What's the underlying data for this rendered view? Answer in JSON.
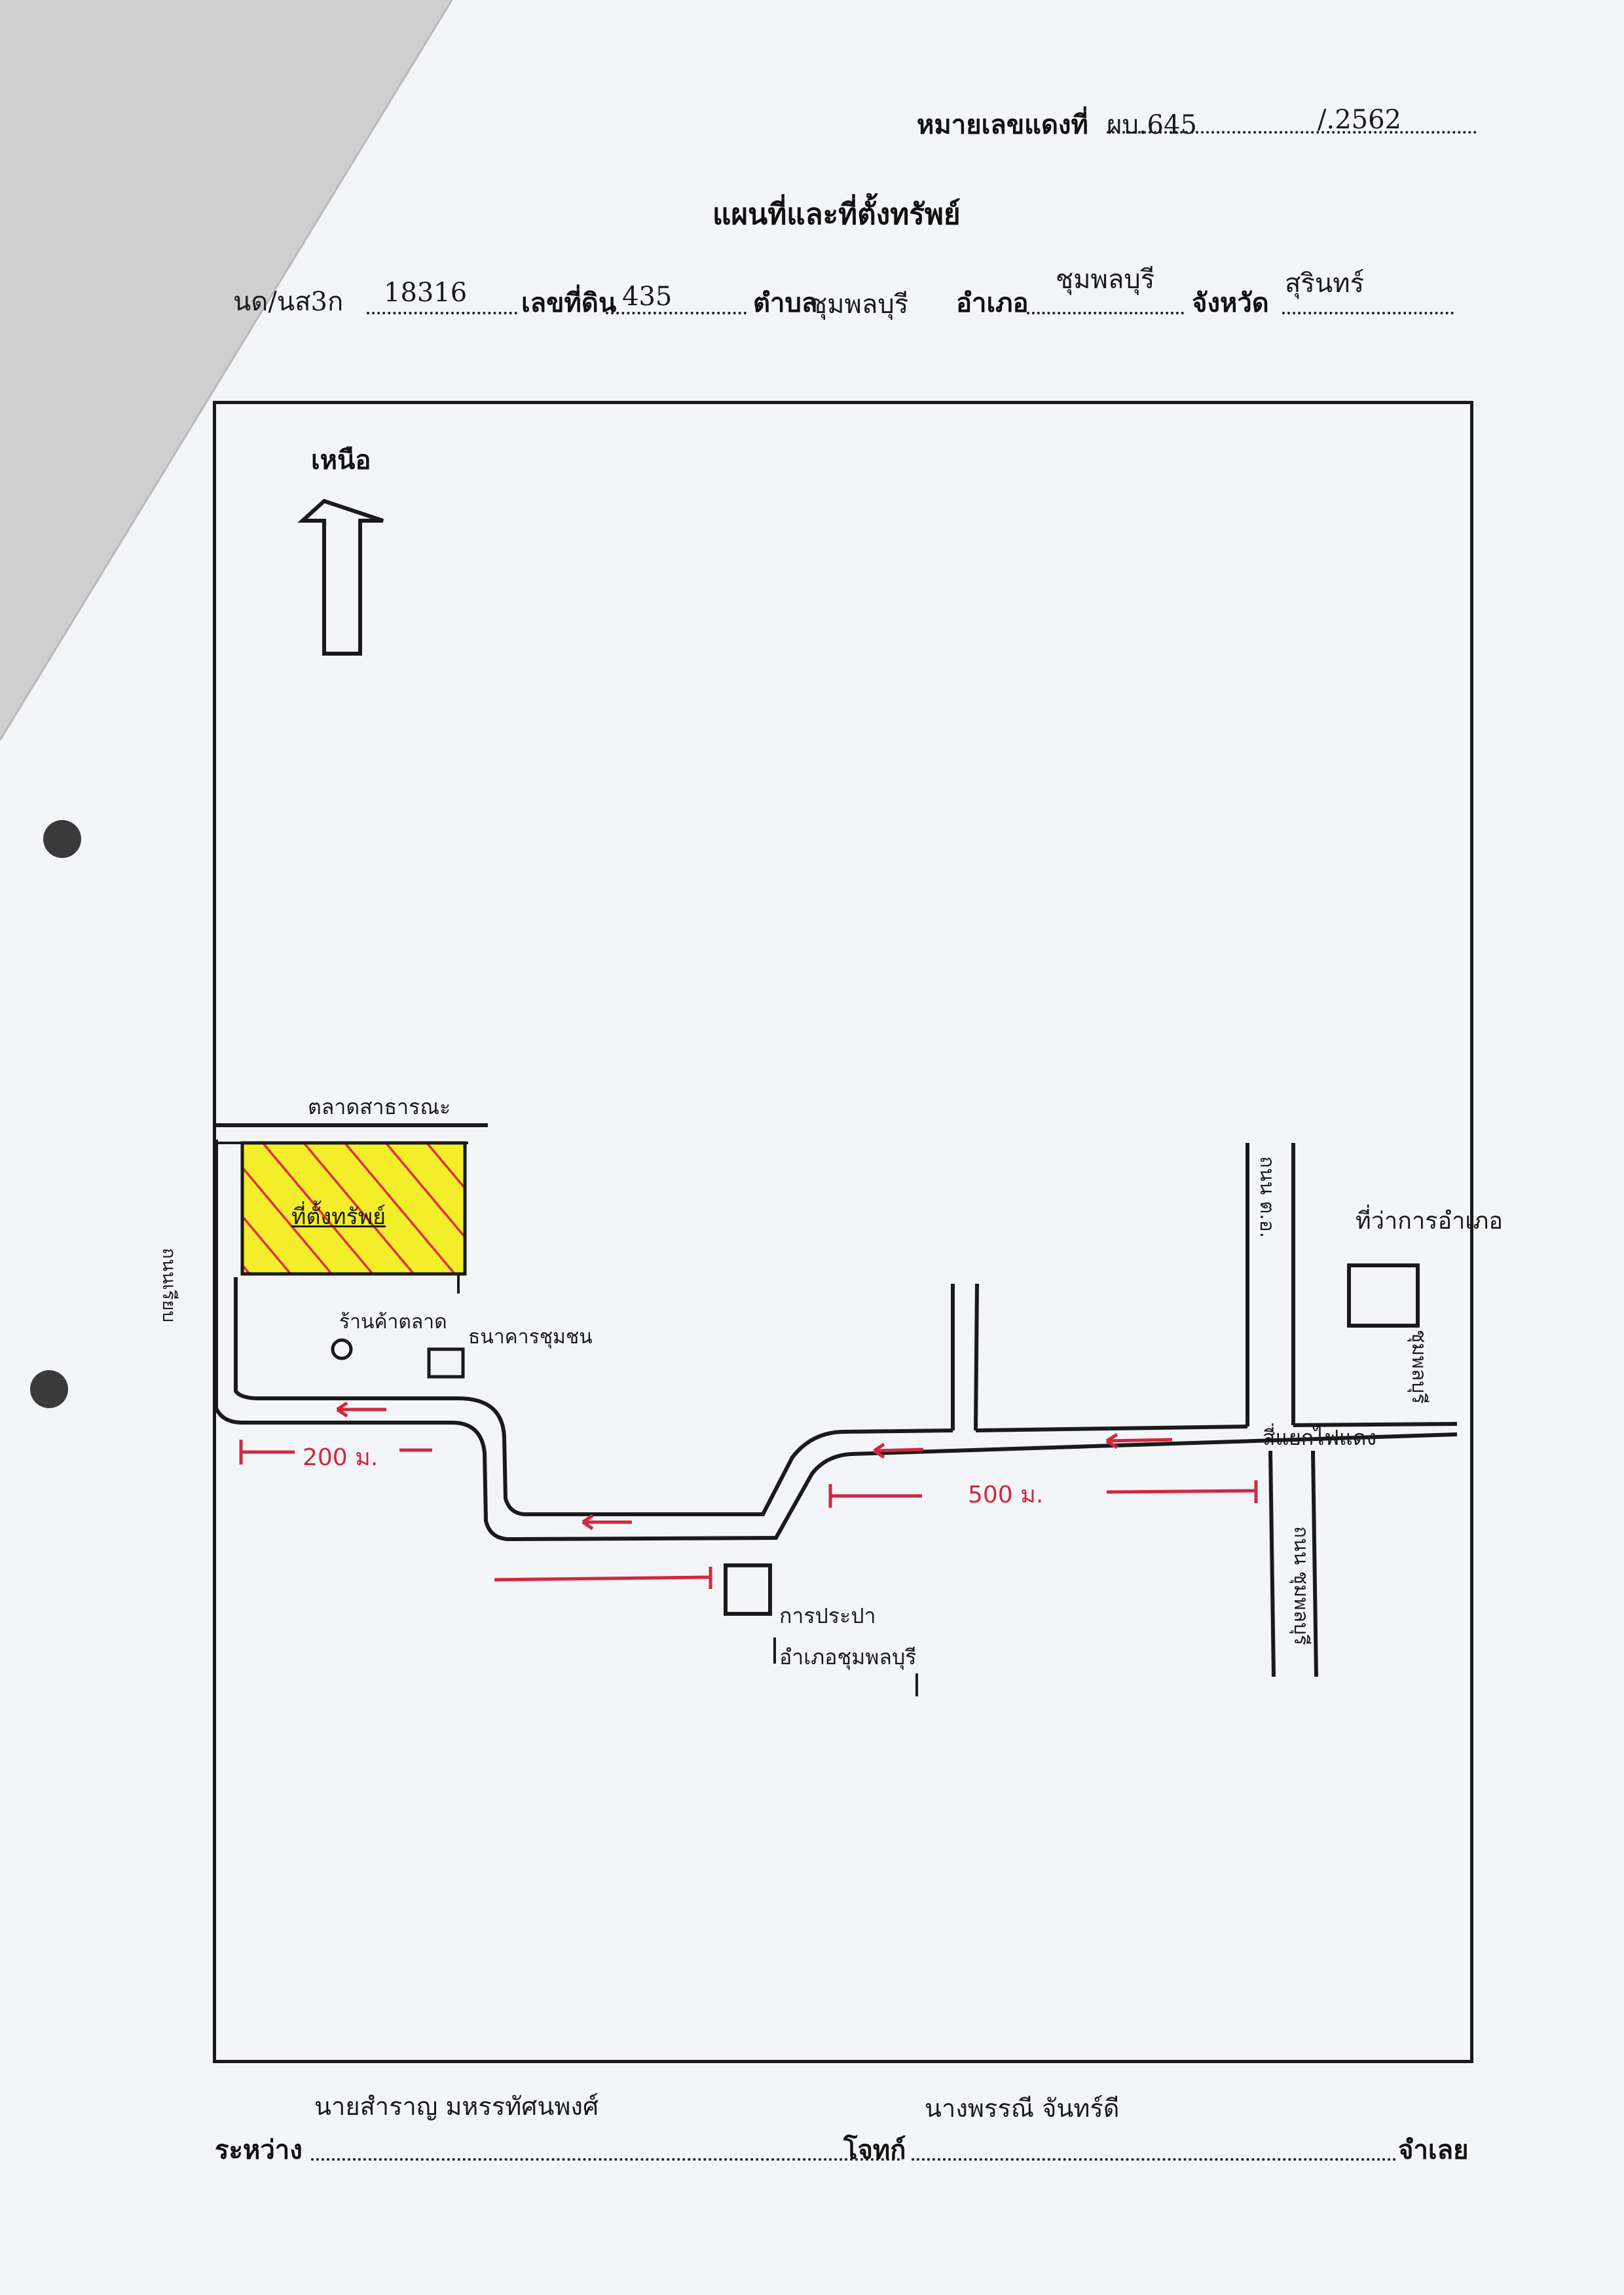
{
  "header": {
    "red_number_label": "หมายเลขแดงที่",
    "red_number_value": "ผบ.645",
    "red_number_year": "/.2562",
    "title": "แผนที่และที่ตั้งทรัพย์"
  },
  "deed_line": {
    "deed_label": "นด/นส3ก",
    "deed_value": "18316",
    "land_no_label": "เลขที่ดิน",
    "land_no_value": "435",
    "subdistrict_label": "ตำบล",
    "subdistrict_value": "ชุมพลบุรี",
    "district_label": "อำเภอ",
    "district_value": "ชุมพลบุรี",
    "province_label": "จังหวัด",
    "province_value": "สุรินทร์"
  },
  "map": {
    "north_label": "เหนือ",
    "market_label": "ตลาดสาธารณะ",
    "property_label": "ที่ตั้งทรัพย์",
    "left_road_label": "ถนนเรียบ",
    "bank_label": "ธนาคารชุมชน",
    "shop_label": "ร้านค้าตลาด",
    "district_office_label": "ที่ว่าการอำเภอ",
    "chumphon_label": "ชุมพลบุรี",
    "intersection_label": "สี่แยกไฟแดง",
    "right_road_top_label": "ถนน ต.อ.",
    "right_road_bottom_label": "ถนน ชุมพลบุรี",
    "waterworks_label": "การประปา",
    "district_label": "อำเภอชุมพลบุรี",
    "distance_1": "200 ม.",
    "distance_2": "500 ม."
  },
  "footer": {
    "between_label": "ระหว่าง",
    "plaintiff_value": "นายสำราญ มหรรทัศนพงศ์",
    "plaintiff_label": "โจทก์",
    "defendant_value": "นางพรรณี จันทร์ดี",
    "defendant_label": "จำเลย"
  },
  "colors": {
    "property_fill": "#f4ee2a",
    "hatch": "#e0303d",
    "arrow_red": "#d1283f",
    "ink": "#1a1a1a"
  }
}
